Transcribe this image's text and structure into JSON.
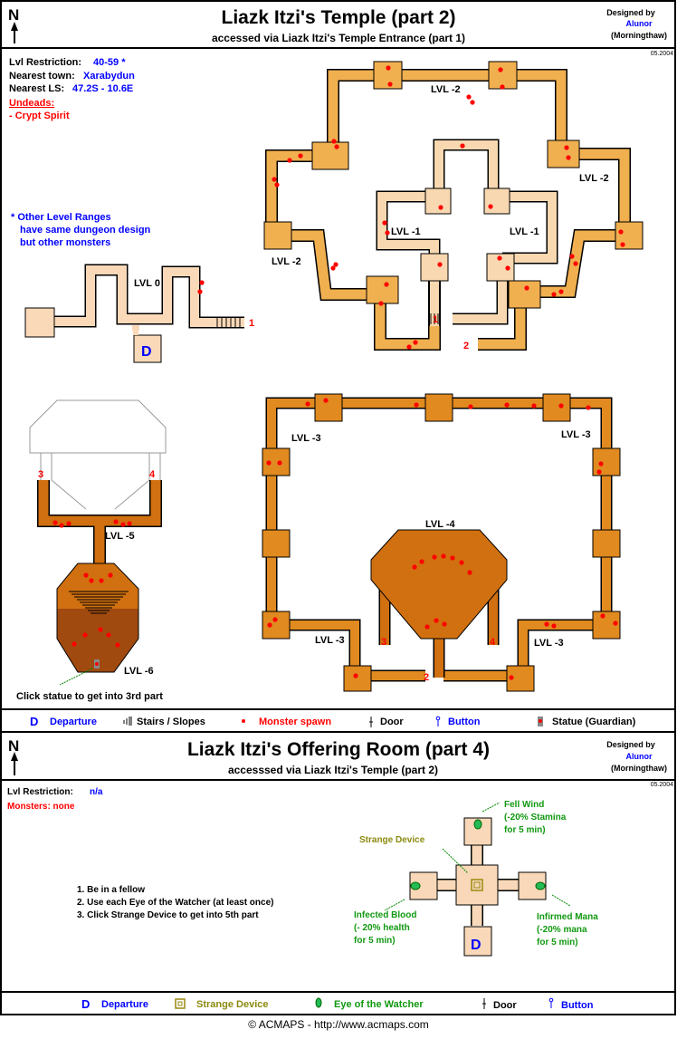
{
  "part2": {
    "north": "N",
    "title": "Liazk Itzi's Temple (part 2)",
    "subtitle": "accessed via Liazk Itzi's Temple Entrance (part 1)",
    "designed_by_label": "Designed by",
    "designer": "Alunor",
    "server": "(Morningthaw)",
    "date": "05.2004",
    "info": {
      "lvl_label": "Lvl Restriction:",
      "lvl_value": "40-59 *",
      "town_label": "Nearest town:",
      "town_value": "Xarabydun",
      "ls_label": "Nearest LS:",
      "ls_value": "47.2S - 10.6E",
      "undeads_label": "Undeads:",
      "undead_1": "- Crypt Spirit"
    },
    "note": [
      "* Other Level Ranges",
      "have same dungeon design",
      "but other monsters"
    ],
    "levels": {
      "lvl0": "LVL 0",
      "lvl_m1": "LVL -1",
      "lvl_m2": "LVL -2",
      "lvl_m3": "LVL -3",
      "lvl_m4": "LVL -4",
      "lvl_m5": "LVL -5",
      "lvl_m6": "LVL -6"
    },
    "markers": {
      "one": "1",
      "two": "2",
      "three": "3",
      "four": "4",
      "departure": "D"
    },
    "statue_note": "Click statue to get into 3rd part"
  },
  "legend1": {
    "departure_icon": "D",
    "departure": "Departure",
    "stairs": "Stairs / Slopes",
    "spawn": "Monster spawn",
    "door": "Door",
    "button": "Button",
    "statue": "Statue (Guardian)"
  },
  "part4": {
    "north": "N",
    "title": "Liazk Itzi's Offering Room  (part 4)",
    "subtitle": "accesssed via Liazk Itzi's Temple (part 2)",
    "designed_by_label": "Designed by",
    "designer": "Alunor",
    "server": "(Morningthaw)",
    "date": "05.2004",
    "lvl_label": "Lvl Restriction:",
    "lvl_value": "n/a",
    "monsters": "Monsters: none",
    "steps": [
      "1. Be in a fellow",
      "2. Use each Eye of the Watcher (at least once)",
      "3. Click Strange Device to get into 5th part"
    ],
    "strange_device": "Strange Device",
    "fell_wind": [
      "Fell Wind",
      "(-20% Stamina",
      "for 5 min)"
    ],
    "infected_blood": [
      "Infected Blood",
      "(- 20% health",
      "for 5 min)"
    ],
    "infirmed_mana": [
      "Infirmed Mana",
      "(-20% mana",
      "for 5 min)"
    ],
    "departure": "D"
  },
  "legend2": {
    "departure_icon": "D",
    "departure": "Departure",
    "device": "Strange Device",
    "eye": "Eye of the Watcher",
    "door": "Door",
    "button": "Button"
  },
  "footer": "© ACMAPS - http://www.acmaps.com",
  "colors": {
    "lvl_m2": "#f0b050",
    "lvl_m1": "#f8d8b0",
    "lvl0": "#fad9b8",
    "lvl_m3": "#e08a20",
    "lvl_m4": "#d07010",
    "lvl_m6": "#a04a10",
    "spawn": "#ff0000",
    "link": "#0000ff"
  }
}
